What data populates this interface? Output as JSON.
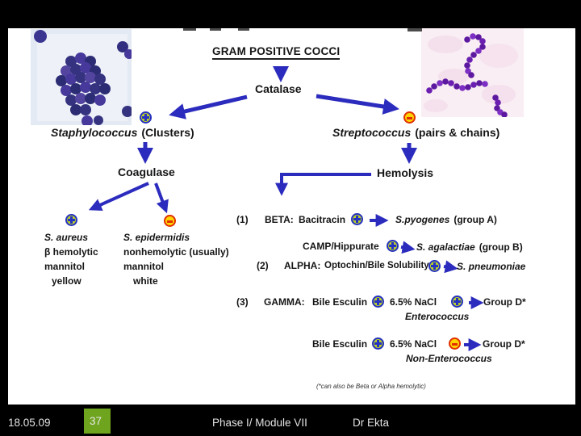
{
  "colors": {
    "arrow_blue": "#2b2bbe",
    "positive_fill": "#b8cf2e",
    "positive_border": "#2531c0",
    "negative_fill": "#ffd400",
    "negative_border": "#e03000",
    "footer_green": "#6fa41f",
    "slide_background": "#000000",
    "content_background": "#ffffff"
  },
  "icons": {
    "positive": "plus-circle-icon",
    "negative": "minus-circle-icon"
  },
  "header": {
    "title": "GRAM POSITIVE COCCI"
  },
  "tree": {
    "catalase": "Catalase",
    "left": {
      "genus": "Staphylococcus",
      "genus_suffix": "(Clusters)",
      "test": "Coagulase",
      "positive": {
        "species": "S. aureus",
        "line2": "β hemolytic",
        "line3": "mannitol",
        "line4": "yellow"
      },
      "negative": {
        "species": "S. epidermidis",
        "line2": "nonhemolytic (usually)",
        "line3": "mannitol",
        "line4": "white"
      }
    },
    "right": {
      "genus": "Streptococcus",
      "genus_suffix": "(pairs & chains)",
      "test": "Hemolysis",
      "beta": {
        "num": "(1)",
        "label": "BETA:",
        "test": "Bacitracin",
        "species": "S.pyogenes",
        "suffix": "(group A)"
      },
      "camp": {
        "test": "CAMP/Hippurate",
        "species": "S. agalactiae",
        "suffix": "(group B)"
      },
      "alpha": {
        "num": "(2)",
        "label": "ALPHA:",
        "test": "Optochin/Bile Solubility",
        "species": "S. pneumoniae"
      },
      "gamma1": {
        "num": "(3)",
        "label": "GAMMA:",
        "test1": "Bile Esculin",
        "test2": "6.5% NaCl",
        "result": "Group D*",
        "group": "Enterococcus"
      },
      "gamma2": {
        "test1": "Bile Esculin",
        "test2": "6.5% NaCl",
        "result": "Group D*",
        "group": "Non-Enterococcus"
      }
    },
    "footnote": "(*can also be Beta or Alpha hemolytic)"
  },
  "footer": {
    "date": "18.05.09",
    "slide_number": "37",
    "course": "Phase I/ Module VII",
    "author": "Dr Ekta"
  }
}
